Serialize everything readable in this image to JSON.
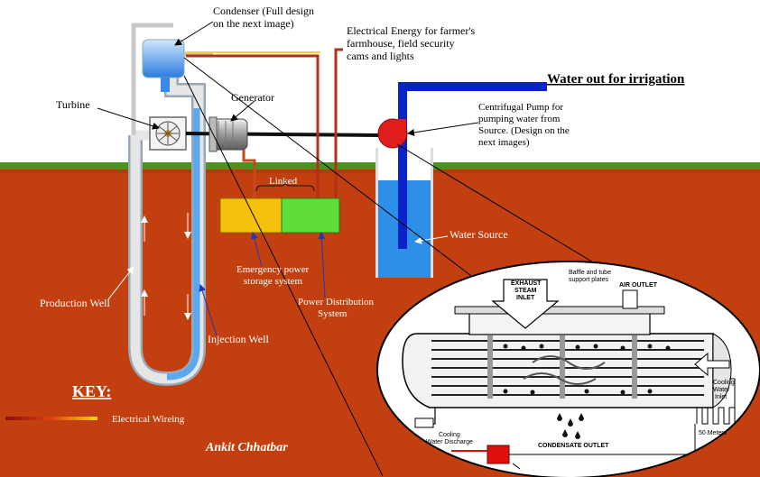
{
  "labels": {
    "condenser": [
      "Condenser (Full design",
      "on the next image)"
    ],
    "electrical_energy": [
      "Electrical Energy for farmer's",
      "farmhouse, field security",
      "cams and lights"
    ],
    "water_out": "Water out for irrigation",
    "turbine": "Turbine",
    "generator": "Generator",
    "pump": [
      "Centrifugal Pump for",
      "pumping water from",
      "Source. (Design on the",
      "next images)"
    ],
    "linked": "Linked",
    "water_source": "Water Source",
    "emergency_storage": [
      "Emergency power",
      "storage system"
    ],
    "power_distribution": [
      "Power Distribution",
      "System"
    ],
    "production_well": "Production Well",
    "injection_well": "Injection Well",
    "key_title": "KEY:",
    "key_electrical": "Electrical Wireing",
    "author": "Ankit Chhatbar"
  },
  "condenser_detail": {
    "exhaust_steam_inlet": [
      "EXHAUST",
      "STEAM",
      "INLET"
    ],
    "baffle": [
      "Baffle and tube",
      "support plates"
    ],
    "air_outlet": "AIR OUTLET",
    "cooling_water_inlet": [
      "Cooling",
      "Water",
      "Inlet"
    ],
    "cooling_water_discharge": [
      "Cooling",
      "Water Discharge"
    ],
    "condensate_outlet": "CONDENSATE OUTLET",
    "fifty_meters": "50 Meters"
  },
  "colors": {
    "ground": "#c2400f",
    "grass": "#4f8f1f",
    "sky": "#ffffff",
    "water_pipe": "#0a23c8",
    "water_source": "#2e8fe8",
    "pump": "#e01c1c",
    "storage": "#f4c20d",
    "distribution": "#5fdc3a",
    "well_pipe": "#dcdcdc",
    "key_title": "#ffffff"
  }
}
